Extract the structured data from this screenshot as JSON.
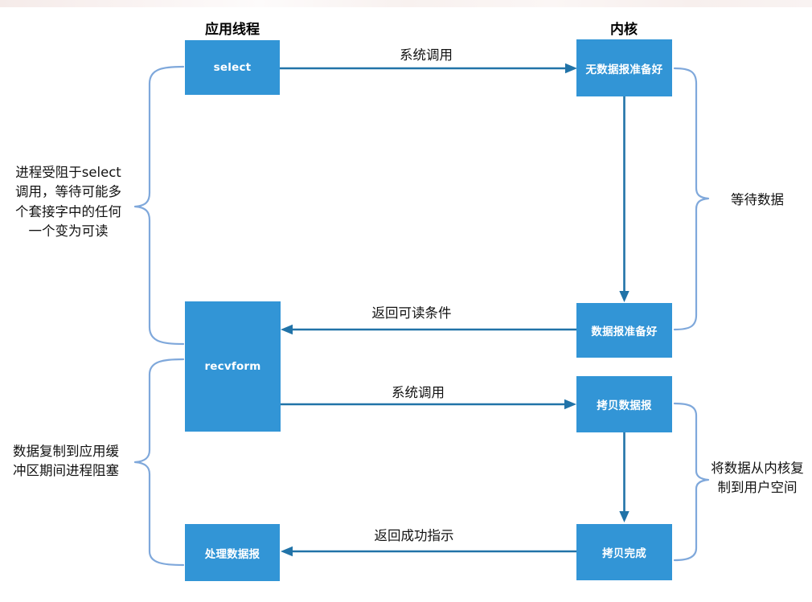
{
  "colors": {
    "box_fill": "#3295d6",
    "box_text": "#ffffff",
    "arrow": "#2173a8",
    "brace": "#7fa8db",
    "text": "#121212"
  },
  "headers": {
    "left": "应用线程",
    "right": "内核"
  },
  "boxes": {
    "select": "select",
    "no_datagram_ready": "无数据报准备好",
    "recvform": "recvform",
    "datagram_ready": "数据报准备好",
    "copy_datagram": "拷贝数据报",
    "process_datagram": "处理数据报",
    "copy_complete": "拷贝完成"
  },
  "arrow_labels": {
    "syscall_top": "系统调用",
    "return_readable": "返回可读条件",
    "syscall_bottom": "系统调用",
    "return_success": "返回成功指示"
  },
  "annotations": {
    "select_blocked": "进程受阻于select\n调用，等待可能多\n个套接字中的任何\n一个变为可读",
    "wait_data": "等待数据",
    "copy_blocked": "数据复制到应用缓\n冲区期间进程阻塞",
    "kernel_copy": "将数据从内核复\n制到用户空间"
  }
}
